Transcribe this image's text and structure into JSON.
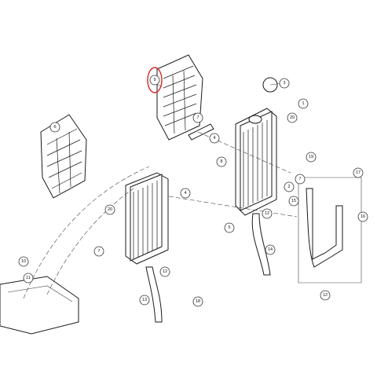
{
  "diagram": {
    "callouts": [
      {
        "id": "c9",
        "label": "9"
      },
      {
        "id": "c3",
        "label": "3"
      },
      {
        "id": "c6",
        "label": "6"
      },
      {
        "id": "c7a",
        "label": "7"
      },
      {
        "id": "c20a",
        "label": "20"
      },
      {
        "id": "c1",
        "label": "1"
      },
      {
        "id": "c8",
        "label": "8"
      },
      {
        "id": "c19",
        "label": "19"
      },
      {
        "id": "c4a",
        "label": "4"
      },
      {
        "id": "c4b",
        "label": "4"
      },
      {
        "id": "c17",
        "label": "17"
      },
      {
        "id": "c2",
        "label": "2"
      },
      {
        "id": "c7b",
        "label": "7"
      },
      {
        "id": "c20b",
        "label": "20"
      },
      {
        "id": "c12a",
        "label": "12"
      },
      {
        "id": "c15",
        "label": "15"
      },
      {
        "id": "c16",
        "label": "16"
      },
      {
        "id": "c5",
        "label": "5"
      },
      {
        "id": "c7c",
        "label": "7"
      },
      {
        "id": "c14",
        "label": "14"
      },
      {
        "id": "c10",
        "label": "10"
      },
      {
        "id": "c11",
        "label": "11"
      },
      {
        "id": "c12b",
        "label": "12"
      },
      {
        "id": "c13",
        "label": "13"
      },
      {
        "id": "c18",
        "label": "18"
      },
      {
        "id": "c12c",
        "label": "12"
      }
    ],
    "highlight_color": "#d9262b",
    "line_color": "#1a1a1a"
  }
}
